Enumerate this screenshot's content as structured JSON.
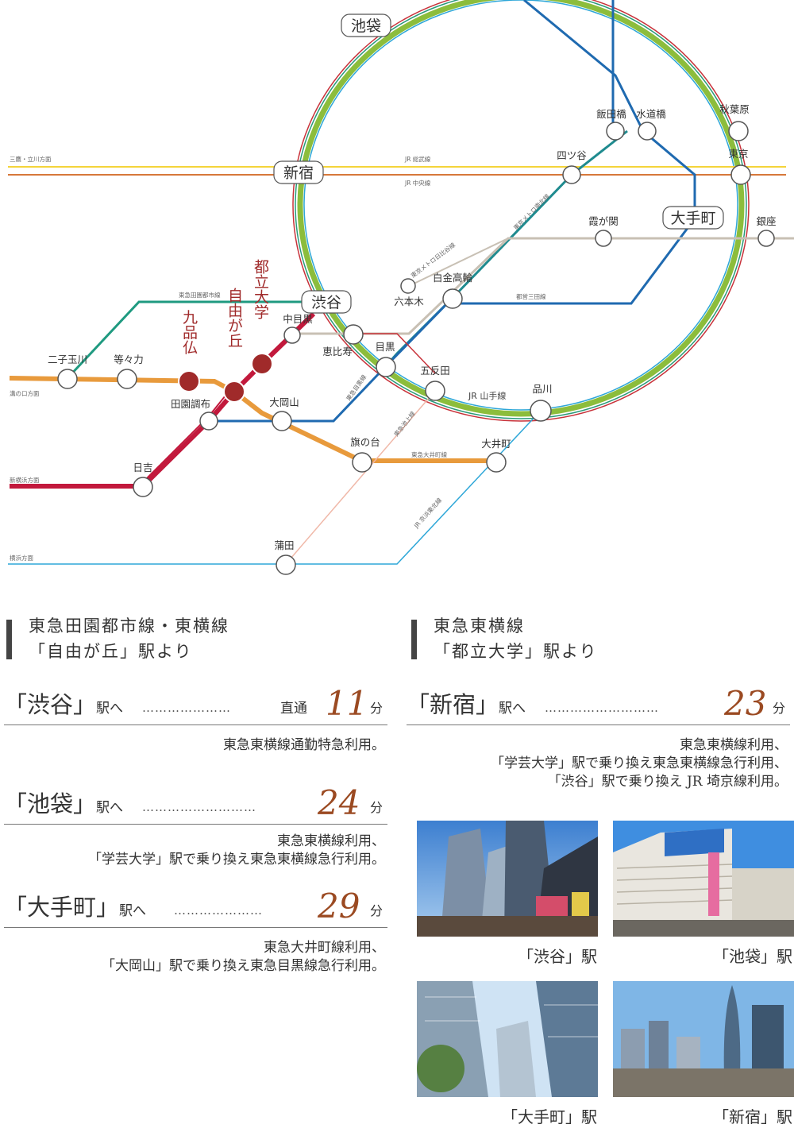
{
  "stations": {
    "ikebukuro": "池袋",
    "shinjuku": "新宿",
    "shibuya": "渋谷",
    "otemachi": "大手町",
    "iidabashi": "飯田橋",
    "suidobashi": "水道橋",
    "akihabara": "秋葉原",
    "tokyo": "東京",
    "yotsuya": "四ツ谷",
    "kasumigaseki": "霞が関",
    "ginza": "銀座",
    "roppongi": "六本木",
    "shirokanetakanawa": "白金高輪",
    "nakameguro": "中目黒",
    "ebisu": "恵比寿",
    "meguro": "目黒",
    "gotanda": "五反田",
    "shinagawa": "品川",
    "futakotamagawa": "二子玉川",
    "todoroki": "等々力",
    "kuhombutsu": "九品仏",
    "jiyugaoka": "自由が丘",
    "toritsudaigaku": "都立大学",
    "denenchofu": "田園調布",
    "ookayama": "大岡山",
    "hatanodai": "旗の台",
    "oimachi": "大井町",
    "hiyoshi": "日吉",
    "kamata": "蒲田"
  },
  "directions": {
    "mitaka": "三鷹・立川方面",
    "mizonokuchi": "溝の口方面",
    "shinyokohama": "新横浜方面",
    "yokohama": "横浜方面"
  },
  "line_labels": {
    "sobu": "JR 総武線",
    "chuo": "JR 中央線",
    "namboku": "東京メトロ南北線",
    "hibiya": "東京メトロ日比谷線",
    "mita": "都営三田線",
    "denentoshi": "東急田園都市線",
    "yamanote": "JR 山手線",
    "meguro": "東急目黒線",
    "ikegami": "東急池上線",
    "toyoko": "東急東横線",
    "oimachi": "東急大井町線",
    "keihin": "JR 京浜東北線"
  },
  "line_colors": {
    "yamanote": "#8cbd3c",
    "saikyo": "#2a9a7a",
    "shonan": "#c8323a",
    "sobu": "#f4d43a",
    "chuo": "#d7783a",
    "namboku": "#1f8b8f",
    "mita": "#1f6ab0",
    "hibiya": "#c8c0b4",
    "denentoshi": "#1f9a80",
    "toyoko": "#c2193c",
    "oimachi": "#e89a3c",
    "ikegami": "#f0b8a8",
    "keihin": "#2ea7d8"
  },
  "left": {
    "heading": [
      "東急田園都市線・東横線",
      "「自由が丘」駅より"
    ],
    "routes": [
      {
        "dest": "「渋谷」",
        "suffix": "駅へ",
        "dots": "…………………",
        "via": "直通",
        "minutes": "11",
        "unit": "分",
        "note": [
          "東急東横線通勤特急利用。"
        ]
      },
      {
        "dest": "「池袋」",
        "suffix": "駅へ",
        "dots": "………………………",
        "via": "",
        "minutes": "24",
        "unit": "分",
        "note": [
          "東急東横線利用、",
          "「学芸大学」駅で乗り換え東急東横線急行利用。"
        ]
      },
      {
        "dest": "「大手町」",
        "suffix": "駅へ",
        "dots": "…………………",
        "via": "",
        "minutes": "29",
        "unit": "分",
        "note": [
          "東急大井町線利用、",
          "「大岡山」駅で乗り換え東急目黒線急行利用。"
        ]
      }
    ]
  },
  "right": {
    "heading": [
      "東急東横線",
      "「都立大学」駅より"
    ],
    "route": {
      "dest": "「新宿」",
      "suffix": "駅へ",
      "dots": "………………………",
      "minutes": "23",
      "unit": "分",
      "note": [
        "東急東横線利用、",
        "「学芸大学」駅で乗り換え東急東横線急行利用、",
        "「渋谷」駅で乗り換え JR 埼京線利用。"
      ]
    },
    "photos": [
      {
        "caption": "「渋谷」駅"
      },
      {
        "caption": "「池袋」駅"
      },
      {
        "caption": "「大手町」駅"
      },
      {
        "caption": "「新宿」駅"
      }
    ]
  }
}
